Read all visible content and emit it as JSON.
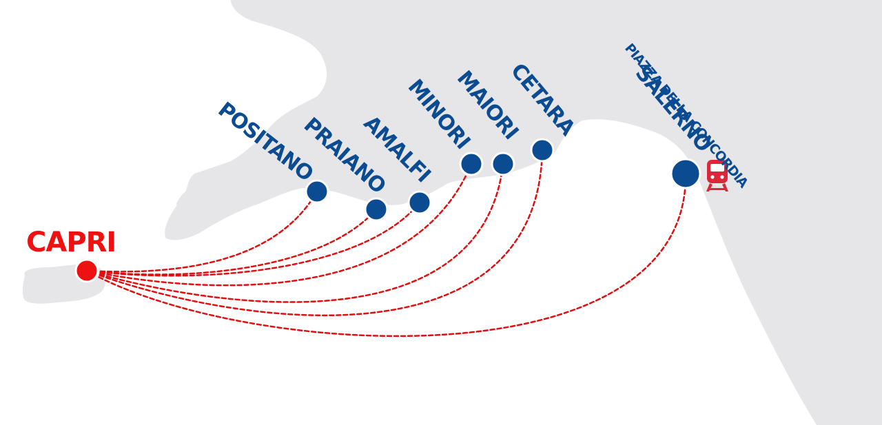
{
  "map": {
    "colors": {
      "land": "#e6e6e8",
      "sea": "#ffffff",
      "port": "#0b4b92",
      "origin": "#ee1111",
      "route": "#e10e10",
      "station": "#d8283a"
    },
    "origin": {
      "name": "CAPRI"
    },
    "destinations": [
      {
        "name": "POSITANO"
      },
      {
        "name": "PRAIANO"
      },
      {
        "name": "AMALFI"
      },
      {
        "name": "MINORI"
      },
      {
        "name": "MAIORI"
      },
      {
        "name": "CETARA"
      },
      {
        "name": "SALERNO",
        "sublabel": "PIAZZA DELLA CONCORDIA"
      }
    ],
    "station_icon": "train-icon"
  }
}
